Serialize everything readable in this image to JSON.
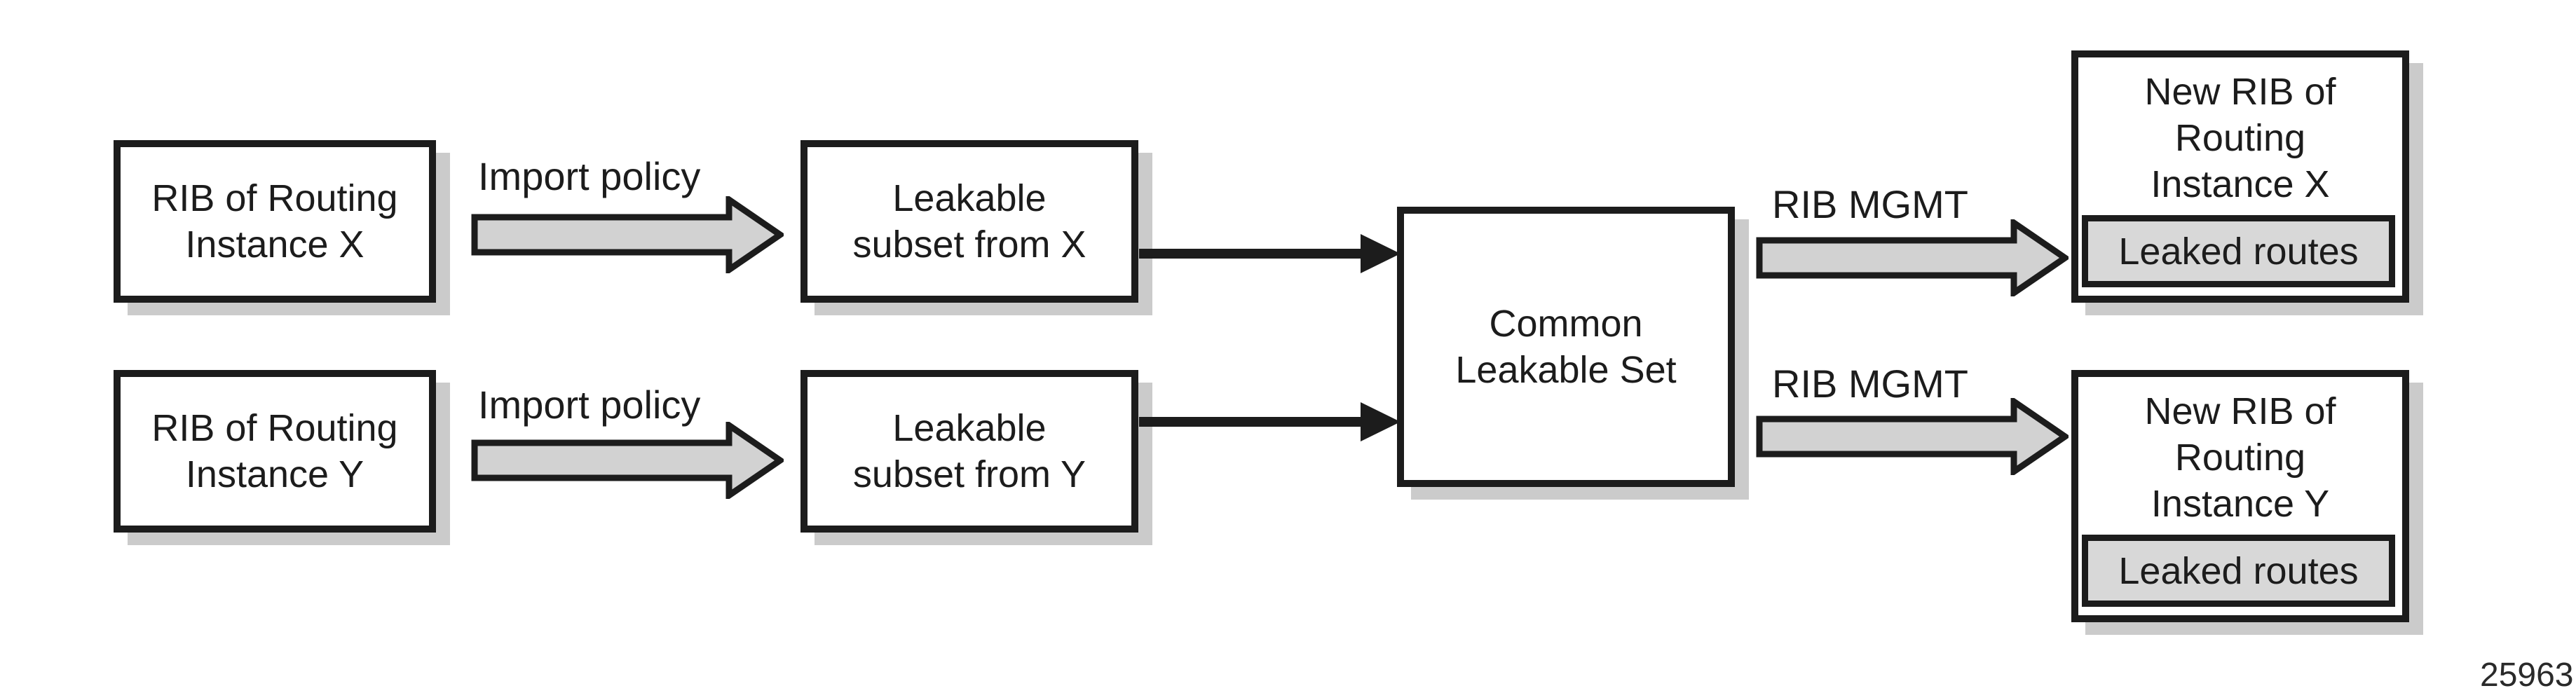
{
  "colors": {
    "ink": "#1c1c1c",
    "arrow_fill": "#d2d2d2",
    "leaked_fill": "#d8d8d8",
    "shadow": "#cbcbcb",
    "background": "#ffffff",
    "figure_number_color": "#2a2a2a"
  },
  "boxes": {
    "rib_x": {
      "lines": [
        "RIB of Routing",
        "Instance X"
      ]
    },
    "rib_y": {
      "lines": [
        "RIB of Routing",
        "Instance Y"
      ]
    },
    "leak_x": {
      "lines": [
        "Leakable",
        "subset from X"
      ]
    },
    "leak_y": {
      "lines": [
        "Leakable",
        "subset from Y"
      ]
    },
    "common": {
      "lines": [
        "Common",
        "Leakable Set"
      ]
    },
    "newrib_x": {
      "lines": [
        "New RIB of",
        "Routing",
        "Instance X"
      ],
      "inner": "Leaked routes"
    },
    "newrib_y": {
      "lines": [
        "New RIB of",
        "Routing",
        "Instance Y"
      ],
      "inner": "Leaked routes"
    }
  },
  "arrow_labels": {
    "import_policy_x": "Import policy",
    "import_policy_y": "Import policy",
    "rib_mgmt_x": "RIB MGMT",
    "rib_mgmt_y": "RIB MGMT"
  },
  "figure_number": "25963"
}
